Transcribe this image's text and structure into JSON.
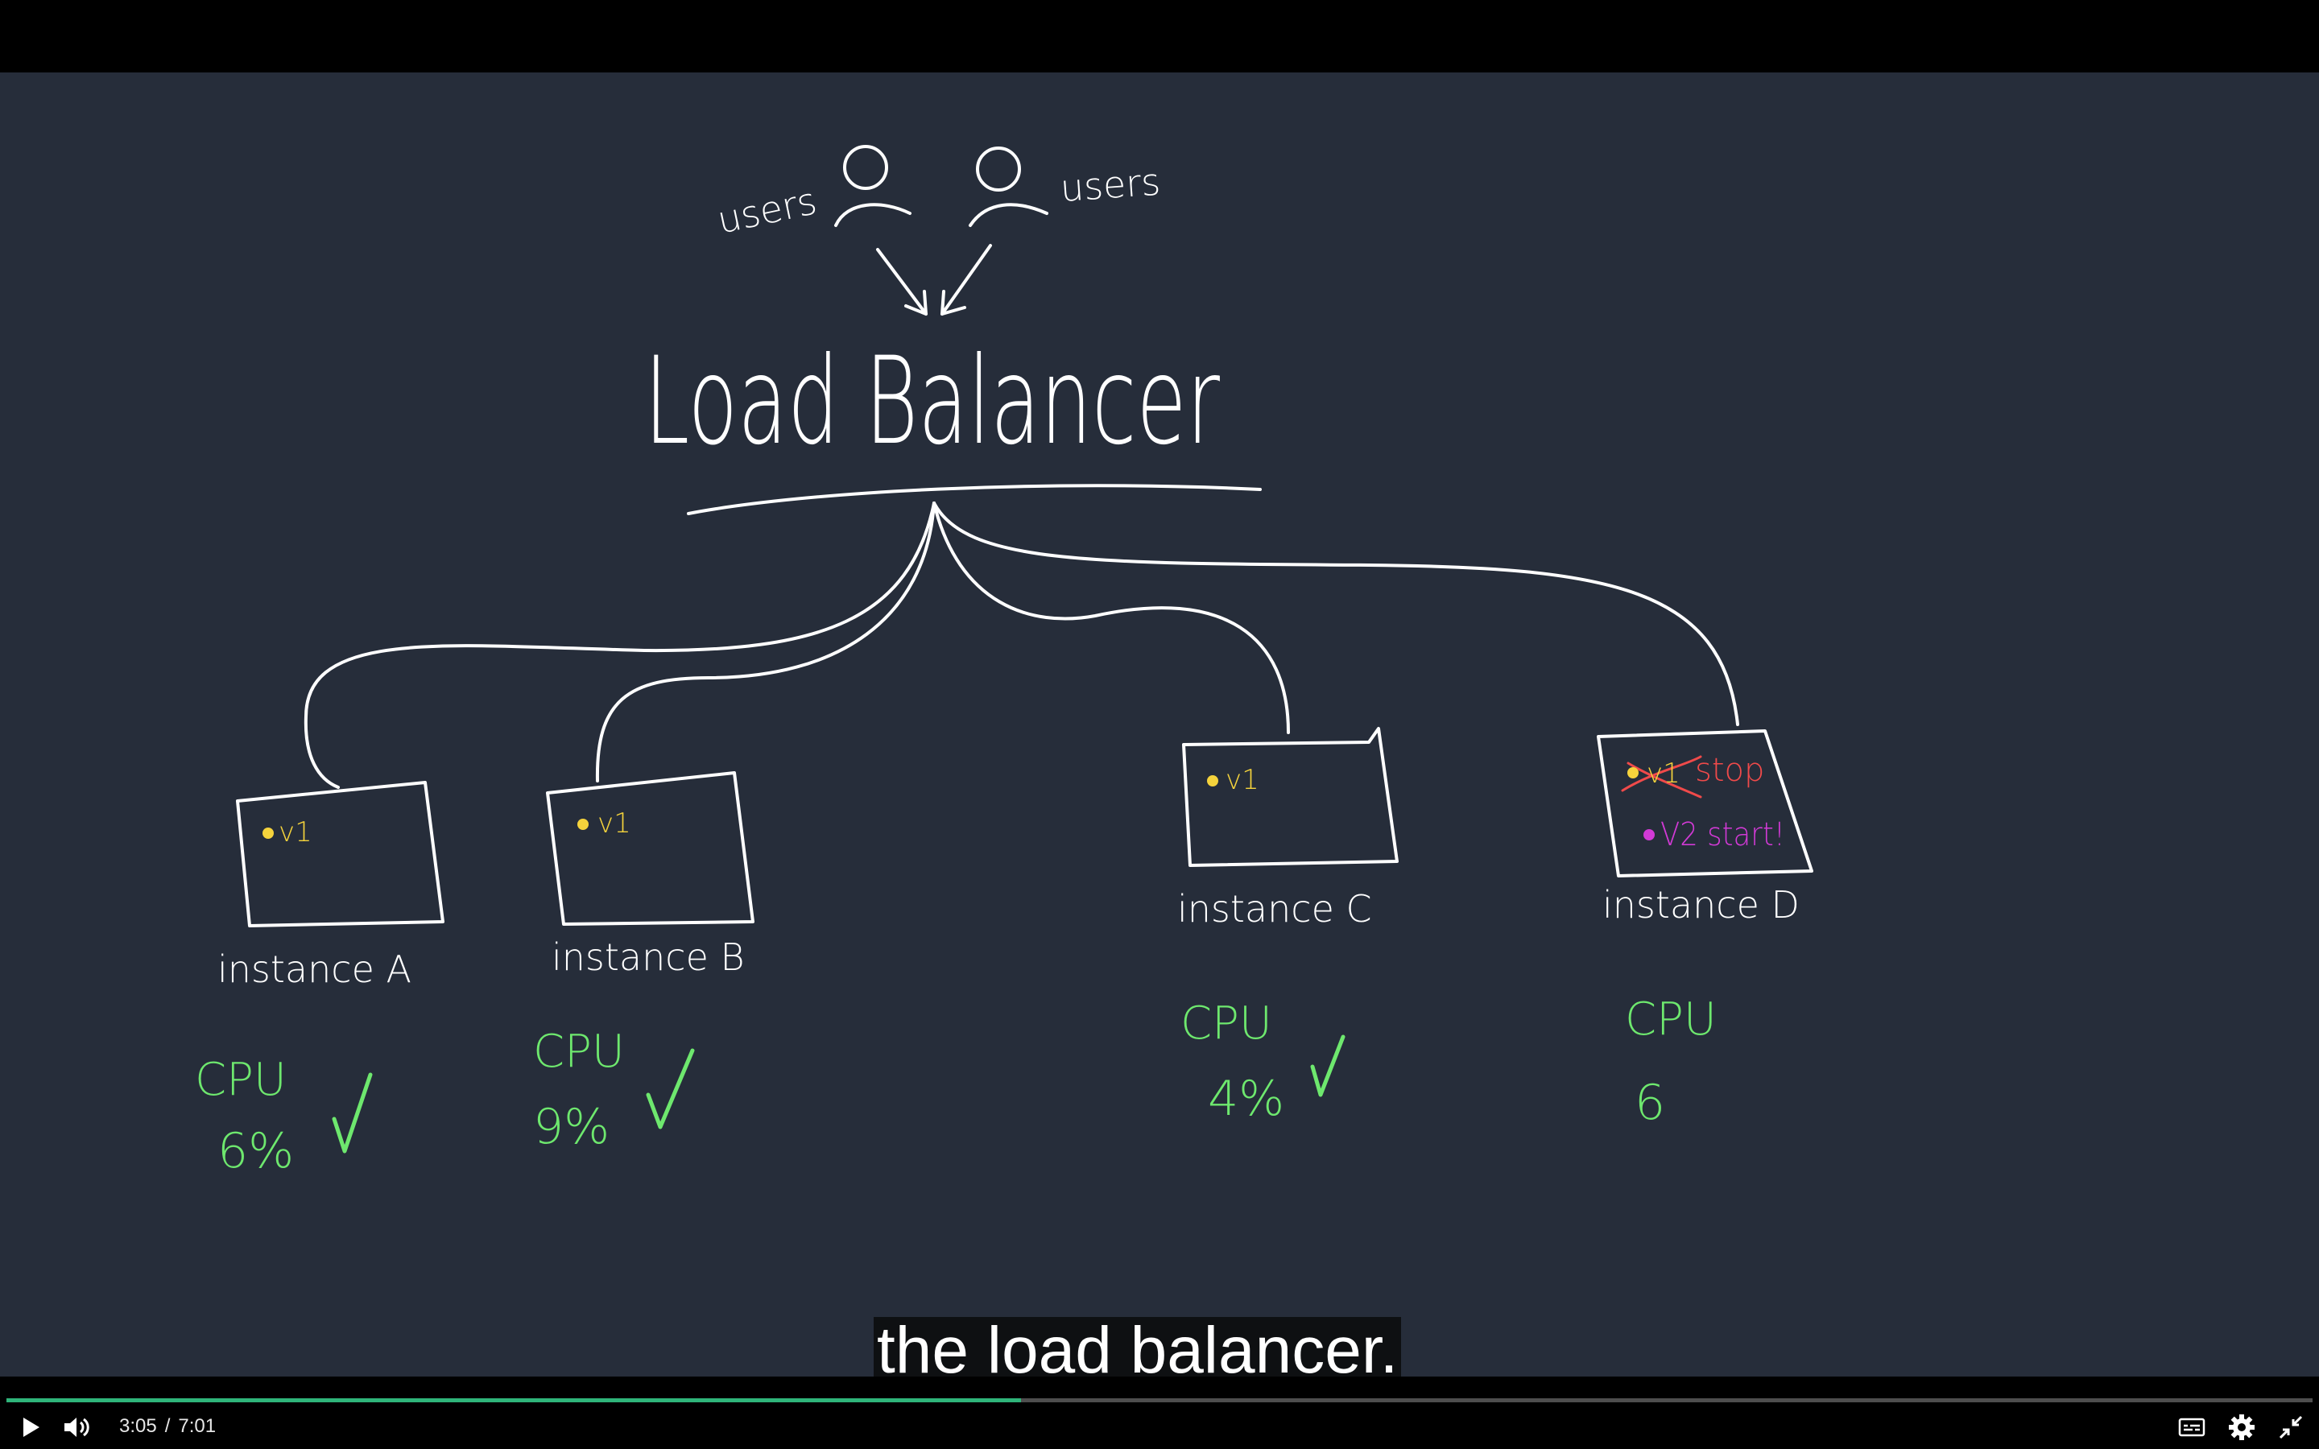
{
  "whiteboard": {
    "title": "Load Balancer",
    "users_left": "users",
    "users_right": "users",
    "instances": [
      {
        "label": "instance A",
        "version": "v1",
        "cpu_label": "CPU",
        "cpu_value": "6%",
        "ok": true
      },
      {
        "label": "instance B",
        "version": "v1",
        "cpu_label": "CPU",
        "cpu_value": "9%",
        "ok": true
      },
      {
        "label": "instance C",
        "version": "v1",
        "cpu_label": "CPU",
        "cpu_value": "4%",
        "ok": true
      },
      {
        "label": "instance D",
        "version_old": "v1",
        "stop_note": "stop",
        "version_new": "V2 start!",
        "cpu_label": "CPU",
        "cpu_value": "6",
        "ok": false
      }
    ]
  },
  "caption": "the load balancer.",
  "player": {
    "current_time": "3:05",
    "separator": "/",
    "duration": "7:01",
    "progress_fraction": 0.44,
    "colors": {
      "progress": "#2fb47a",
      "board": "#262d3a",
      "ink": "#ffffff",
      "yellow": "#f5d33c",
      "green": "#6ee86e",
      "red": "#f04a4a",
      "magenta": "#d23ad6"
    },
    "icons": [
      "play-icon",
      "volume-icon",
      "captions-icon",
      "settings-icon",
      "exit-fullscreen-icon"
    ]
  }
}
